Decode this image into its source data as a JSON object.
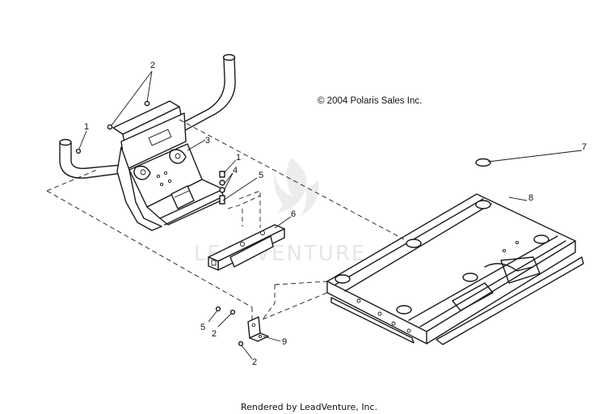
{
  "copyright": "© 2004 Polaris Sales Inc.",
  "watermark": "LEADVENTURE",
  "footer": "Rendered by LeadVenture, Inc.",
  "callouts": {
    "c1a": "1",
    "c2a": "2",
    "c3": "3",
    "c1b": "1",
    "c4": "4",
    "c5a": "5",
    "c6": "6",
    "c7": "7",
    "c8": "8",
    "c5b": "5",
    "c2b": "2",
    "c9": "9",
    "c2c": "2"
  }
}
